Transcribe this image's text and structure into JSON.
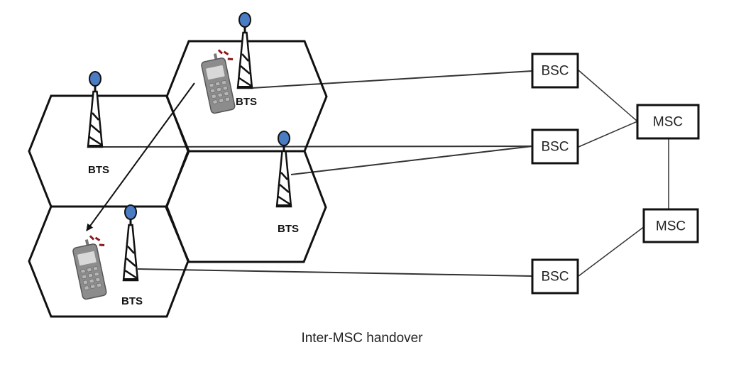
{
  "diagram": {
    "title": "Inter-MSC handover",
    "cells": [
      {
        "id": "cell-top",
        "bts_label": "BTS",
        "has_phone": true
      },
      {
        "id": "cell-left",
        "bts_label": "BTS",
        "has_phone": false
      },
      {
        "id": "cell-middle",
        "bts_label": "BTS",
        "has_phone": false
      },
      {
        "id": "cell-bottom",
        "bts_label": "BTS",
        "has_phone": true
      }
    ],
    "bsc_nodes": [
      {
        "id": "bsc-1",
        "label": "BSC"
      },
      {
        "id": "bsc-2",
        "label": "BSC"
      },
      {
        "id": "bsc-3",
        "label": "BSC"
      }
    ],
    "msc_nodes": [
      {
        "id": "msc-1",
        "label": "MSC"
      },
      {
        "id": "msc-2",
        "label": "MSC"
      }
    ],
    "connections": [
      {
        "from": "cell-top BTS",
        "to": "bsc-1"
      },
      {
        "from": "cell-left BTS",
        "to": "bsc-2"
      },
      {
        "from": "cell-middle BTS",
        "to": "bsc-2"
      },
      {
        "from": "cell-bottom BTS",
        "to": "bsc-3"
      },
      {
        "from": "bsc-1",
        "to": "msc-1"
      },
      {
        "from": "bsc-2",
        "to": "msc-1"
      },
      {
        "from": "msc-1",
        "to": "msc-2"
      },
      {
        "from": "bsc-3",
        "to": "msc-2"
      }
    ],
    "handover_arrow": {
      "from": "cell-top",
      "to": "cell-bottom"
    },
    "colors": {
      "tower_ball": "#4a7cc4",
      "signal": "#8b1a1a",
      "phone": "#8c8c8c",
      "line": "#111111"
    }
  }
}
